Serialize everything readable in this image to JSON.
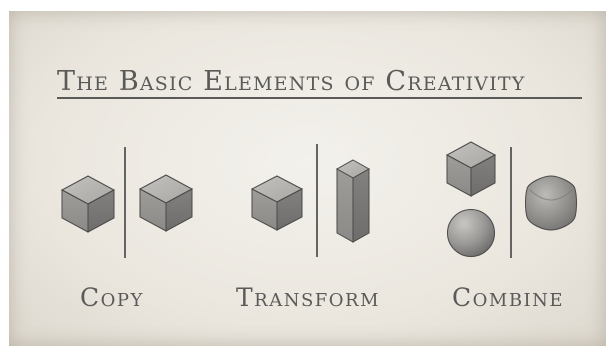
{
  "title": "The Basic Elements of Creativity",
  "groups": [
    {
      "label": "Copy"
    },
    {
      "label": "Transform"
    },
    {
      "label": "Combine"
    }
  ],
  "colors": {
    "paper": "#ece8e0",
    "ink": "#5a5a58",
    "shape_light": "#b5b3af",
    "shape_mid": "#949290",
    "shape_dark": "#777573",
    "outline": "#4a4948"
  }
}
